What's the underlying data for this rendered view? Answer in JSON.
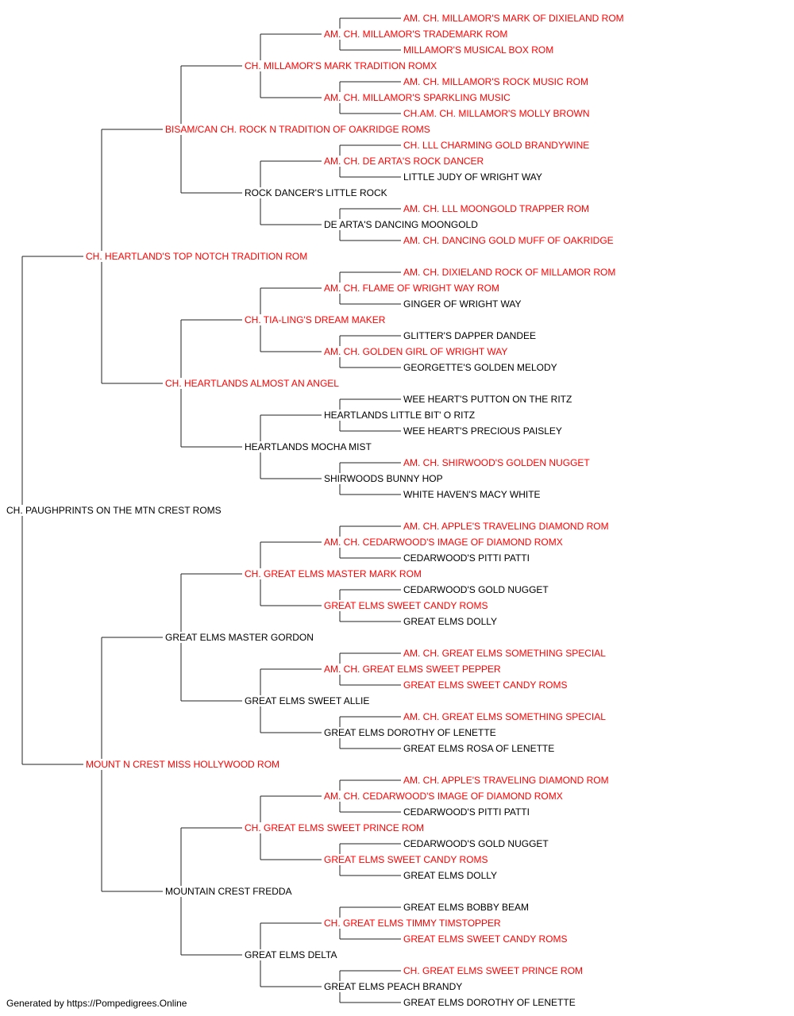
{
  "colors": {
    "champion": "#ff0000",
    "normal": "#000000",
    "line": "#222222"
  },
  "pedigree": {
    "name": "CH. PAUGHPRINTS ON THE MTN CREST ROMS",
    "ch": false,
    "sire": {
      "name": "CH. HEARTLAND'S TOP NOTCH TRADITION ROM",
      "ch": true,
      "sire": {
        "name": "BISAM/CAN CH. ROCK N TRADITION OF OAKRIDGE ROMS",
        "ch": true,
        "sire": {
          "name": "CH. MILLAMOR'S MARK TRADITION ROMX",
          "ch": true,
          "sire": {
            "name": "AM. CH. MILLAMOR'S TRADEMARK ROM",
            "ch": true,
            "sire": {
              "name": "AM. CH. MILLAMOR'S MARK OF DIXIELAND ROM",
              "ch": true
            },
            "dam": {
              "name": "MILLAMOR'S MUSICAL BOX ROM",
              "ch": true
            }
          },
          "dam": {
            "name": "AM. CH. MILLAMOR'S SPARKLING MUSIC",
            "ch": true,
            "sire": {
              "name": "AM. CH. MILLAMOR'S ROCK MUSIC ROM",
              "ch": true
            },
            "dam": {
              "name": "CH.AM. CH. MILLAMOR'S MOLLY BROWN",
              "ch": true
            }
          }
        },
        "dam": {
          "name": "ROCK DANCER'S LITTLE ROCK",
          "ch": false,
          "sire": {
            "name": "AM. CH. DE ARTA'S ROCK DANCER",
            "ch": true,
            "sire": {
              "name": "CH. LLL CHARMING GOLD BRANDYWINE",
              "ch": true
            },
            "dam": {
              "name": "LITTLE JUDY OF WRIGHT WAY",
              "ch": false
            }
          },
          "dam": {
            "name": "DE ARTA'S DANCING MOONGOLD",
            "ch": false,
            "sire": {
              "name": "AM. CH. LLL MOONGOLD TRAPPER ROM",
              "ch": true
            },
            "dam": {
              "name": "AM. CH. DANCING GOLD MUFF OF OAKRIDGE",
              "ch": true
            }
          }
        }
      },
      "dam": {
        "name": "CH. HEARTLANDS ALMOST AN ANGEL",
        "ch": true,
        "sire": {
          "name": "CH. TIA-LING'S DREAM MAKER",
          "ch": true,
          "sire": {
            "name": "AM. CH. FLAME OF WRIGHT WAY ROM",
            "ch": true,
            "sire": {
              "name": "AM. CH. DIXIELAND ROCK OF MILLAMOR ROM",
              "ch": true
            },
            "dam": {
              "name": "GINGER OF WRIGHT WAY",
              "ch": false
            }
          },
          "dam": {
            "name": "AM. CH. GOLDEN GIRL OF WRIGHT WAY",
            "ch": true,
            "sire": {
              "name": "GLITTER'S DAPPER DANDEE",
              "ch": false
            },
            "dam": {
              "name": "GEORGETTE'S GOLDEN MELODY",
              "ch": false
            }
          }
        },
        "dam": {
          "name": "HEARTLANDS MOCHA MIST",
          "ch": false,
          "sire": {
            "name": "HEARTLANDS LITTLE BIT' O RITZ",
            "ch": false,
            "sire": {
              "name": "WEE HEART'S PUTTON ON THE RITZ",
              "ch": false
            },
            "dam": {
              "name": "WEE HEART'S PRECIOUS PAISLEY",
              "ch": false
            }
          },
          "dam": {
            "name": "SHIRWOODS BUNNY HOP",
            "ch": false,
            "sire": {
              "name": "AM. CH. SHIRWOOD'S GOLDEN NUGGET",
              "ch": true
            },
            "dam": {
              "name": "WHITE HAVEN'S MACY WHITE",
              "ch": false
            }
          }
        }
      }
    },
    "dam": {
      "name": "MOUNT N CREST MISS HOLLYWOOD ROM",
      "ch": true,
      "sire": {
        "name": "GREAT ELMS MASTER GORDON",
        "ch": false,
        "sire": {
          "name": "CH. GREAT ELMS MASTER MARK ROM",
          "ch": true,
          "sire": {
            "name": "AM. CH. CEDARWOOD'S IMAGE OF DIAMOND ROMX",
            "ch": true,
            "sire": {
              "name": "AM. CH. APPLE'S TRAVELING DIAMOND ROM",
              "ch": true
            },
            "dam": {
              "name": "CEDARWOOD'S PITTI PATTI",
              "ch": false
            }
          },
          "dam": {
            "name": "GREAT ELMS SWEET CANDY ROMS",
            "ch": true,
            "sire": {
              "name": "CEDARWOOD'S GOLD NUGGET",
              "ch": false
            },
            "dam": {
              "name": "GREAT ELMS DOLLY",
              "ch": false
            }
          }
        },
        "dam": {
          "name": "GREAT ELMS SWEET ALLIE",
          "ch": false,
          "sire": {
            "name": "AM. CH. GREAT ELMS SWEET PEPPER",
            "ch": true,
            "sire": {
              "name": "AM. CH. GREAT ELMS SOMETHING SPECIAL",
              "ch": true
            },
            "dam": {
              "name": "GREAT ELMS SWEET CANDY ROMS",
              "ch": true
            }
          },
          "dam": {
            "name": "GREAT ELMS DOROTHY OF LENETTE",
            "ch": false,
            "sire": {
              "name": "AM. CH. GREAT ELMS SOMETHING SPECIAL",
              "ch": true
            },
            "dam": {
              "name": "GREAT ELMS ROSA OF LENETTE",
              "ch": false
            }
          }
        }
      },
      "dam": {
        "name": "MOUNTAIN CREST FREDDA",
        "ch": false,
        "sire": {
          "name": "CH. GREAT ELMS SWEET PRINCE ROM",
          "ch": true,
          "sire": {
            "name": "AM. CH. CEDARWOOD'S IMAGE OF DIAMOND ROMX",
            "ch": true,
            "sire": {
              "name": "AM. CH. APPLE'S TRAVELING DIAMOND ROM",
              "ch": true
            },
            "dam": {
              "name": "CEDARWOOD'S PITTI PATTI",
              "ch": false
            }
          },
          "dam": {
            "name": "GREAT ELMS SWEET CANDY ROMS",
            "ch": true,
            "sire": {
              "name": "CEDARWOOD'S GOLD NUGGET",
              "ch": false
            },
            "dam": {
              "name": "GREAT ELMS DOLLY",
              "ch": false
            }
          }
        },
        "dam": {
          "name": "GREAT ELMS DELTA",
          "ch": false,
          "sire": {
            "name": "CH. GREAT ELMS TIMMY TIMSTOPPER",
            "ch": true,
            "sire": {
              "name": "GREAT ELMS BOBBY BEAM",
              "ch": false
            },
            "dam": {
              "name": "GREAT ELMS SWEET CANDY ROMS",
              "ch": true
            }
          },
          "dam": {
            "name": "GREAT ELMS PEACH BRANDY",
            "ch": false,
            "sire": {
              "name": "CH. GREAT ELMS SWEET PRINCE ROM",
              "ch": true
            },
            "dam": {
              "name": "GREAT ELMS DOROTHY OF LENETTE",
              "ch": false
            }
          }
        }
      }
    }
  },
  "footer": {
    "text": "Generated by https://Pompedigrees.Online"
  }
}
